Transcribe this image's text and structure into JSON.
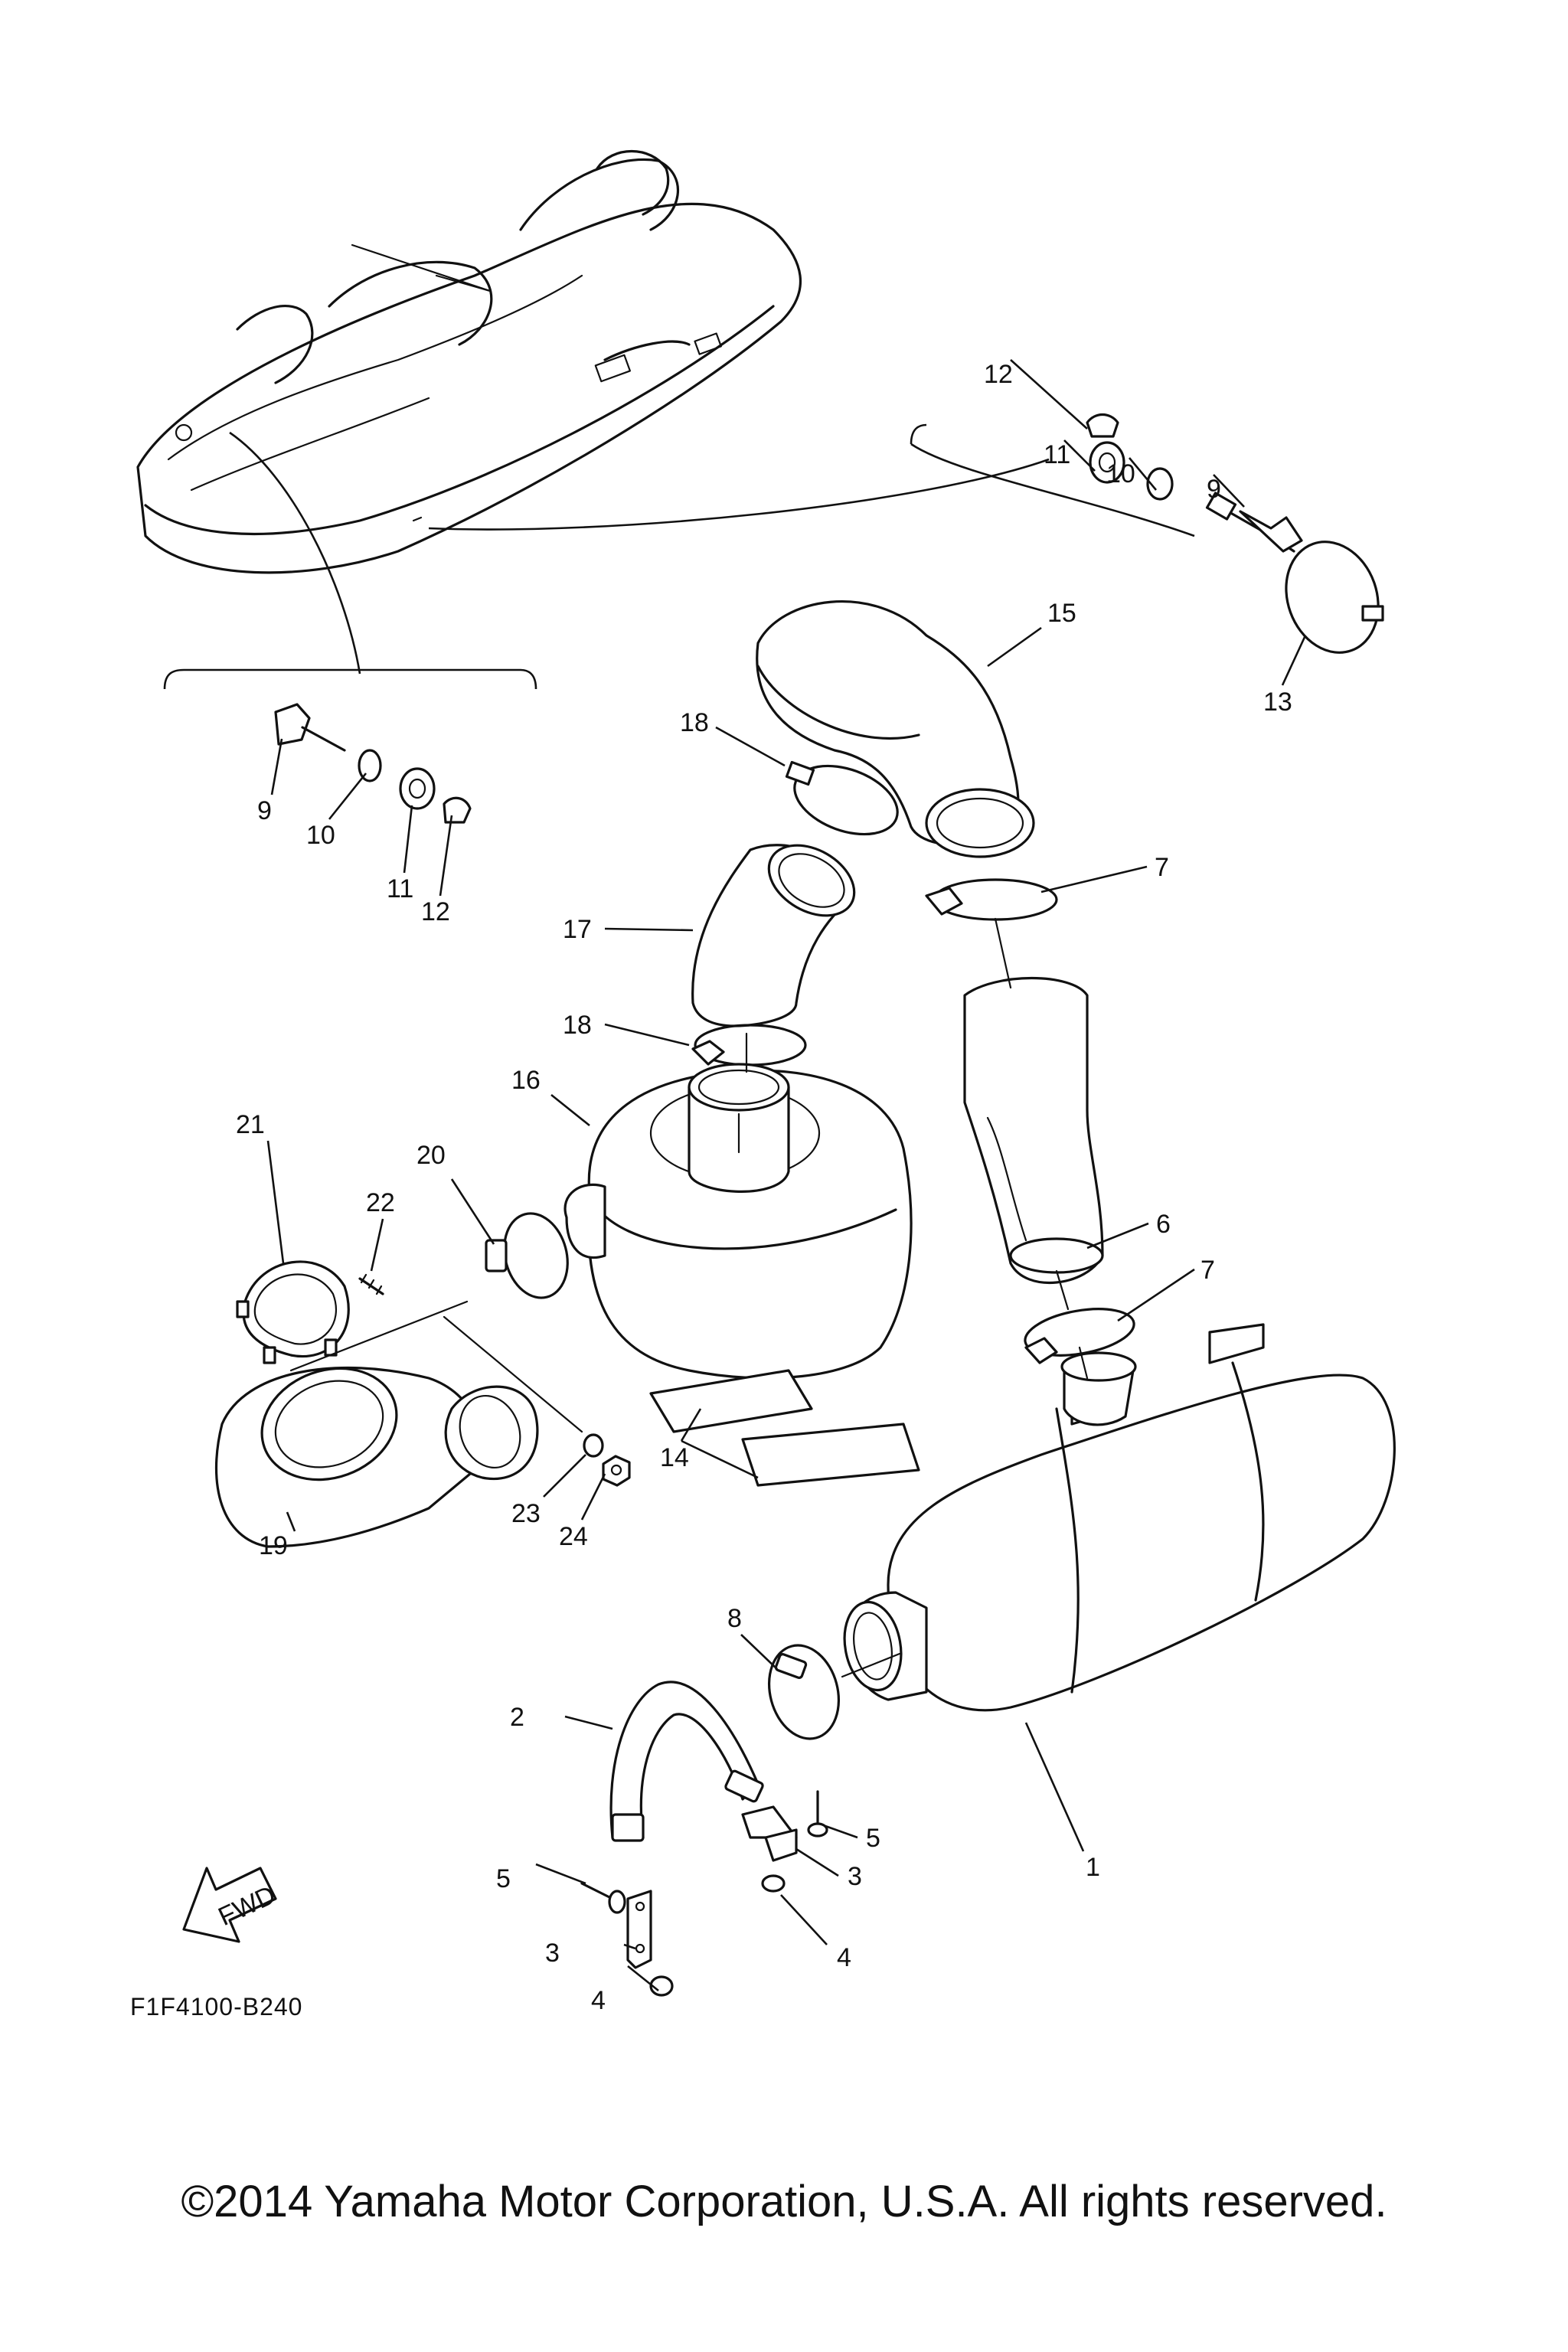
{
  "diagram": {
    "callouts": {
      "c1": "1",
      "c2": "2",
      "c3a": "3",
      "c3b": "3",
      "c4a": "4",
      "c4b": "4",
      "c5a": "5",
      "c5b": "5",
      "c6": "6",
      "c7a": "7",
      "c7b": "7",
      "c8": "8",
      "c9a": "9",
      "c9b": "9",
      "c10a": "10",
      "c10b": "10",
      "c11a": "11",
      "c11b": "11",
      "c12a": "12",
      "c12b": "12",
      "c13": "13",
      "c14": "14",
      "c15": "15",
      "c16": "16",
      "c17": "17",
      "c18a": "18",
      "c18b": "18",
      "c19": "19",
      "c20": "20",
      "c21": "21",
      "c22": "22",
      "c23": "23",
      "c24": "24"
    },
    "fwd_label": "FWD",
    "drawing_code": "F1F4100-B240"
  },
  "footer": {
    "copyright": "©2014 Yamaha Motor Corporation, U.S.A. All rights reserved."
  }
}
